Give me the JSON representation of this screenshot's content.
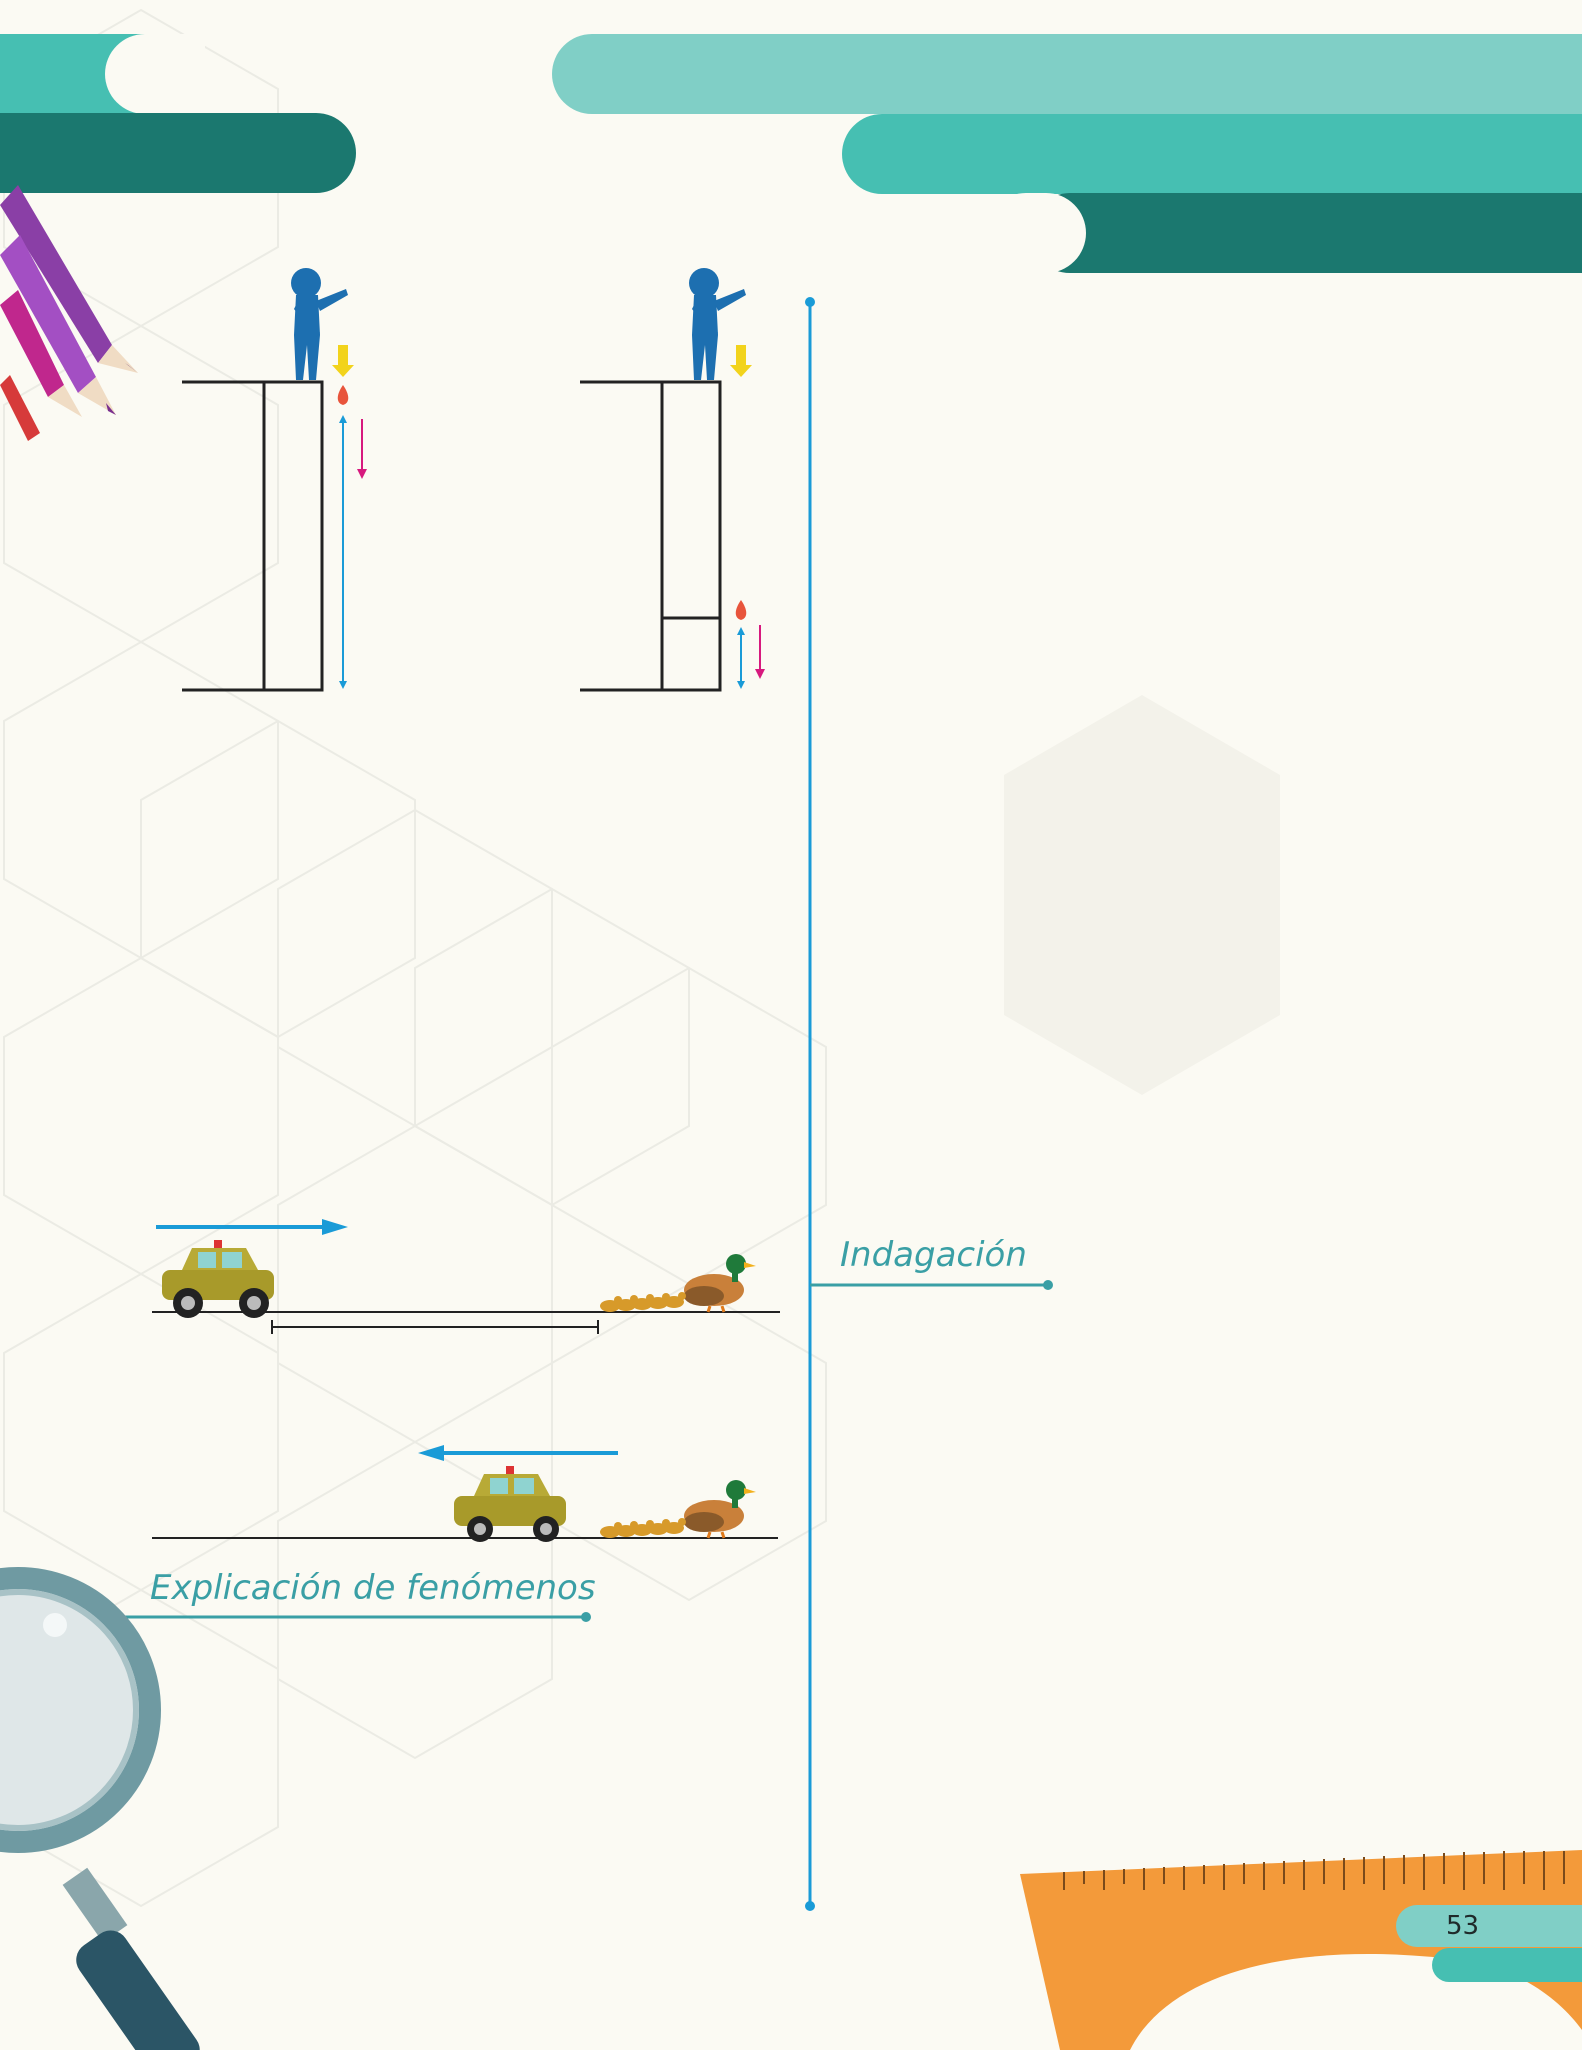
{
  "page": {
    "page_number": "53"
  },
  "sections": {
    "inquiry_label": "Indagación",
    "explanation_label": "Explicación de fenómenos"
  },
  "colors": {
    "teal_light": "#80cfc6",
    "teal_mid": "#46bfb2",
    "teal_dark": "#1b786f",
    "accent_blue": "#1a9bd7",
    "accent_magenta": "#d7197e",
    "title_teal": "#3a9fa5",
    "orange": "#f39a3a"
  },
  "illustrations": {
    "scene_1": "child-dropping-drop-from-building-top",
    "scene_2": "drop-near-ground",
    "scene_3": "car-moving-toward-ducks",
    "scene_4": "car-near-ducks",
    "decor": [
      "colored-pencils-icon",
      "magnifying-glass-icon",
      "protractor-icon"
    ]
  }
}
